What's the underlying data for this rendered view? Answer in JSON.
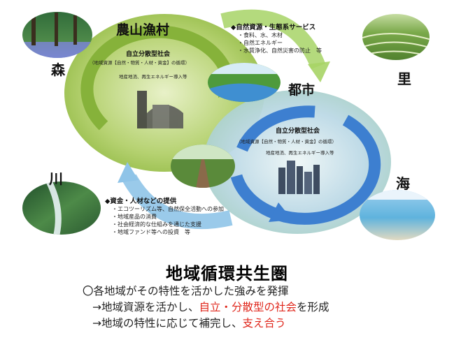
{
  "rural": {
    "title": "農山漁村",
    "society": "自立分散型社会",
    "cycle": "（地域資源【自然・物質・人材・資金】の循環）",
    "note": "地産地消、再生エネルギー導入等"
  },
  "urban": {
    "title": "都市",
    "society": "自立分散型社会",
    "cycle": "（地域資源【自然・物質・人材・資金】の循環）",
    "note": "地産地消、再生エネルギー導入等"
  },
  "corners": {
    "forest": "森",
    "village": "里",
    "river": "川",
    "sea": "海"
  },
  "services": {
    "heading": "◆自然資源・生態系サービス",
    "items": [
      "・食料、水、木材",
      "・自然エネルギー",
      "・水質浄化、自然災害の防止　等"
    ]
  },
  "support": {
    "heading": "◆資金・人材などの提供",
    "items": [
      "・エコツーリズム等、自然保全活動への参加",
      "・地域産品の消費",
      "・社会経済的な仕組みを通じた支援",
      "・地域ファンド等への投資　等"
    ]
  },
  "footer": {
    "title": "地域循環共生圏",
    "line1": "〇各地域がその特性を活かした強みを発揮",
    "line2_pre": "→地域資源を活かし、",
    "line2_red": "自立・分散型の社会",
    "line2_post": "を形成",
    "line3_pre": "→地域の特性に応じて補完し、",
    "line3_red": "支え合う"
  },
  "colors": {
    "green_circle": "#a8c95a",
    "blue_circle": "#9fc7e0",
    "green_arrow": "#86b23a",
    "blue_arrow": "#3d7fd0",
    "accent_red": "#e0261b"
  }
}
